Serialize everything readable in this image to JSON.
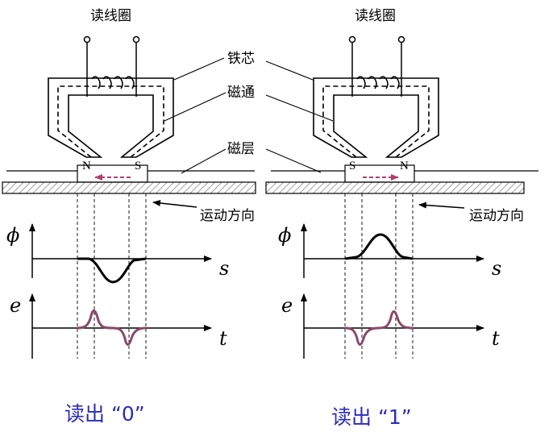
{
  "colors": {
    "ink": "#000000",
    "flux_arrow": "#b04070",
    "emf_curve": "#8a4a6a",
    "caption": "#2b2bbd",
    "hatch": "#888888"
  },
  "left": {
    "coil_label": "读线圈",
    "core_label": "铁芯",
    "flux_label": "磁通",
    "layer_label": "磁层",
    "pole_left": "N",
    "pole_right": "S",
    "motion_label": "运动方向",
    "phi_label": "ϕ",
    "s_label": "s",
    "e_label": "e",
    "t_label": "t",
    "caption": "读出 “0”"
  },
  "right": {
    "coil_label": "读线圈",
    "pole_left": "S",
    "pole_right": "N",
    "motion_label": "运动方向",
    "phi_label": "ϕ",
    "s_label": "s",
    "e_label": "e",
    "t_label": "t",
    "caption": "读出 “1”"
  }
}
